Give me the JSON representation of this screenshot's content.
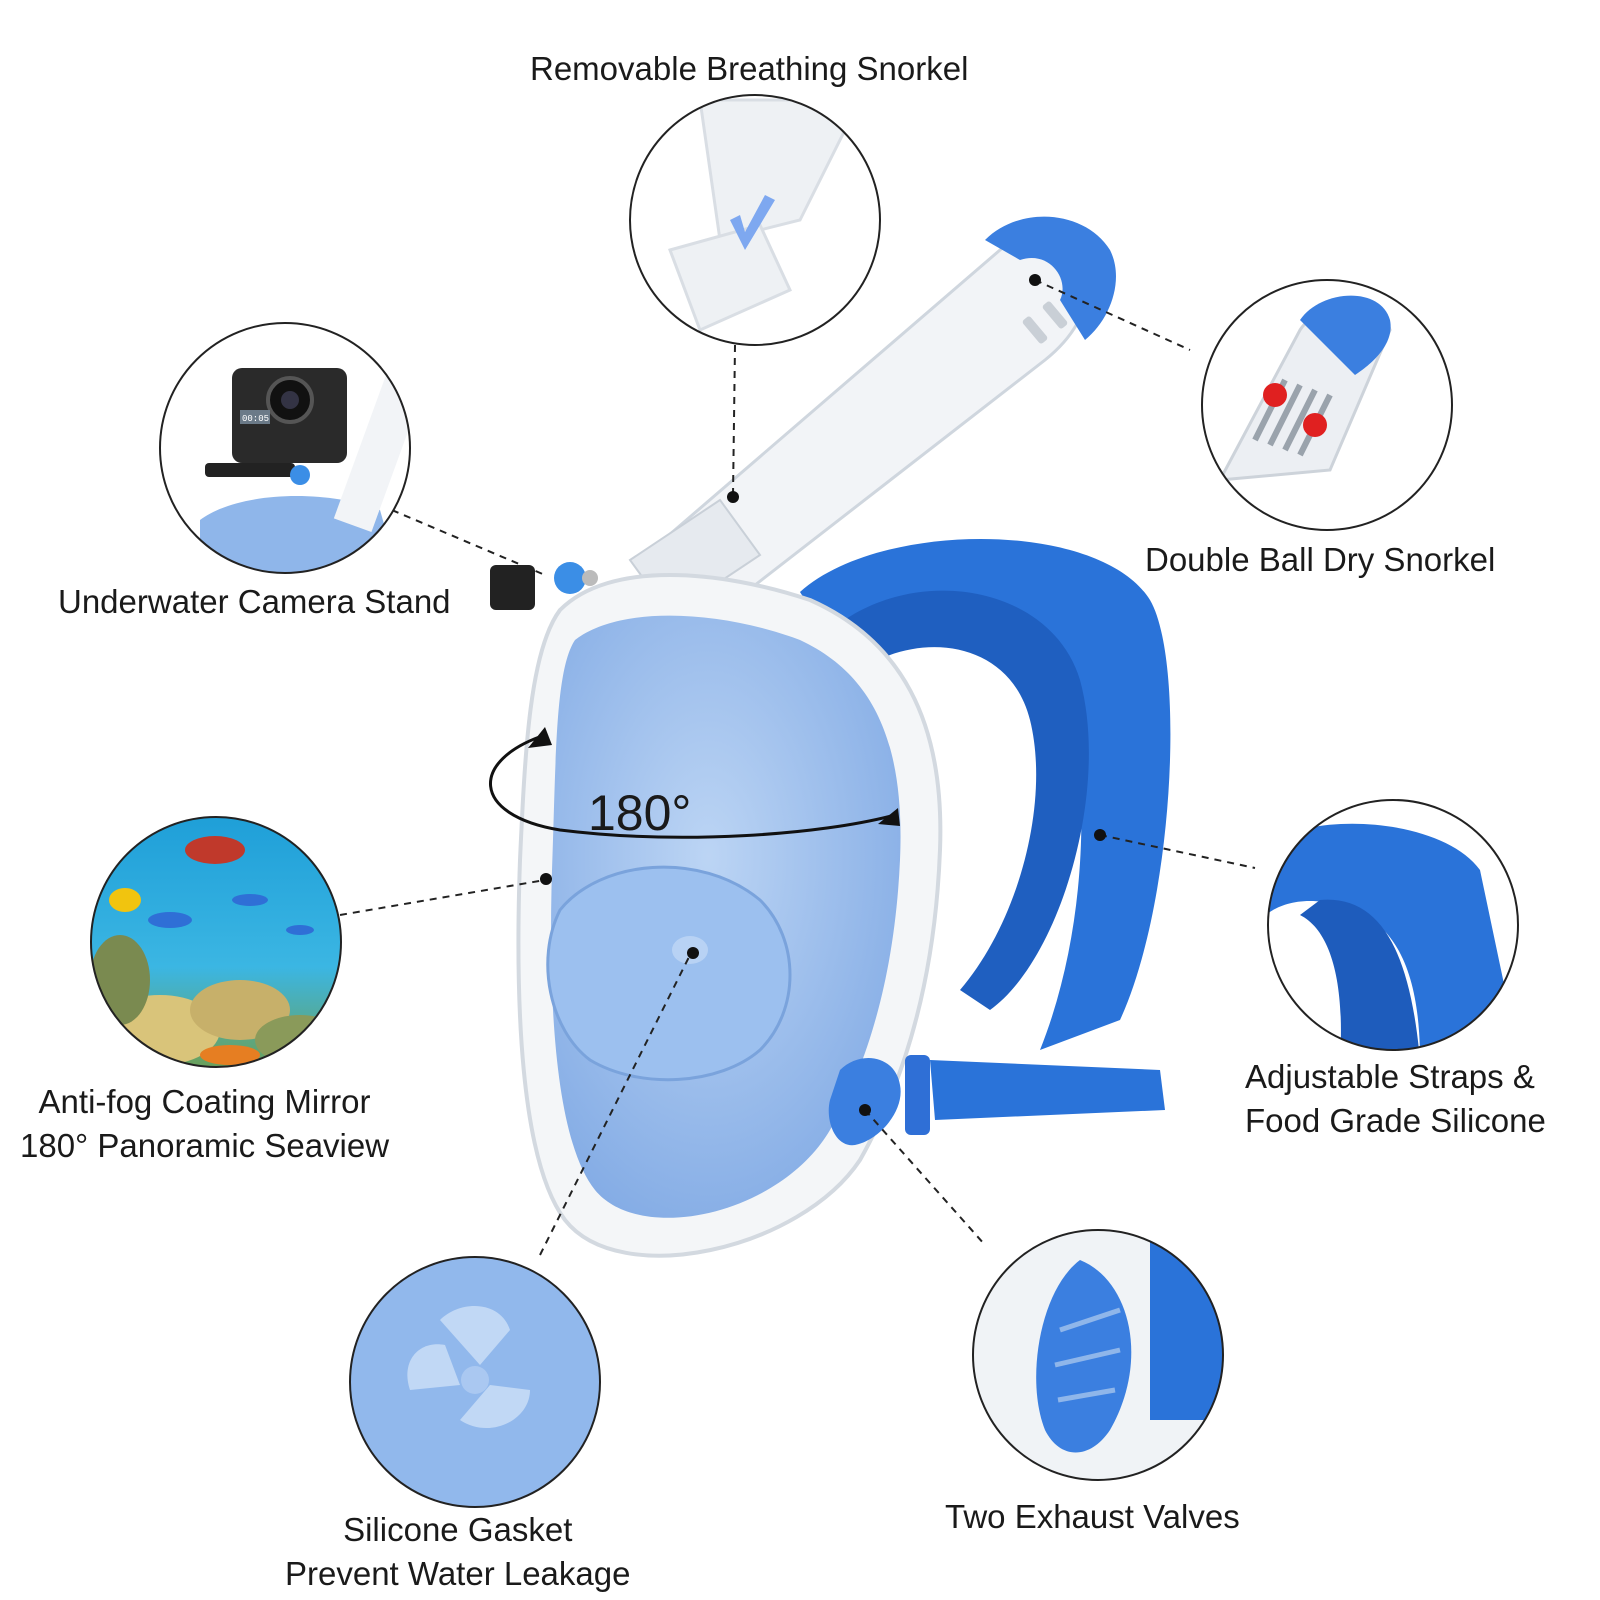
{
  "colors": {
    "accent_blue": "#2f6fd6",
    "lens_blue": "#8fb6ea",
    "strap_blue": "#2a73d9",
    "frame_white": "#f4f6f8",
    "valve_red": "#e02020"
  },
  "callouts": {
    "snorkel": "Removable Breathing Snorkel",
    "camera": "Underwater Camera Stand",
    "dry_top": "Double Ball Dry Snorkel",
    "antifog": [
      "Anti-fog Coating Mirror",
      "180° Panoramic Seaview"
    ],
    "straps": [
      "Adjustable Straps &",
      "Food Grade Silicone"
    ],
    "gasket": [
      "Silicone Gasket",
      "Prevent Water Leakage"
    ],
    "valves": "Two Exhaust Valves"
  },
  "panorama_label": "180°",
  "camera_screen_text": "00:05",
  "icons": {
    "mask": "full-face-snorkel-mask-icon",
    "camera": "action-camera-icon",
    "fish": "tropical-fish-icon"
  }
}
